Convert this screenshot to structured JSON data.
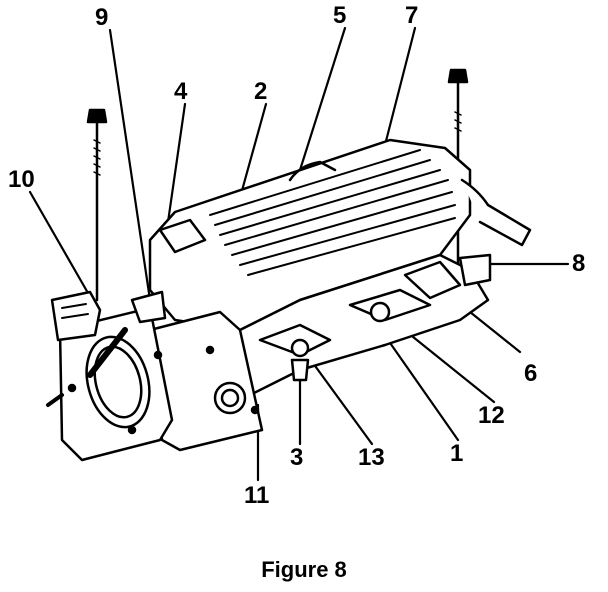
{
  "figure": {
    "caption": "Figure 8",
    "callouts": [
      "1",
      "2",
      "3",
      "4",
      "5",
      "6",
      "7",
      "8",
      "9",
      "10",
      "11",
      "12",
      "13"
    ]
  }
}
